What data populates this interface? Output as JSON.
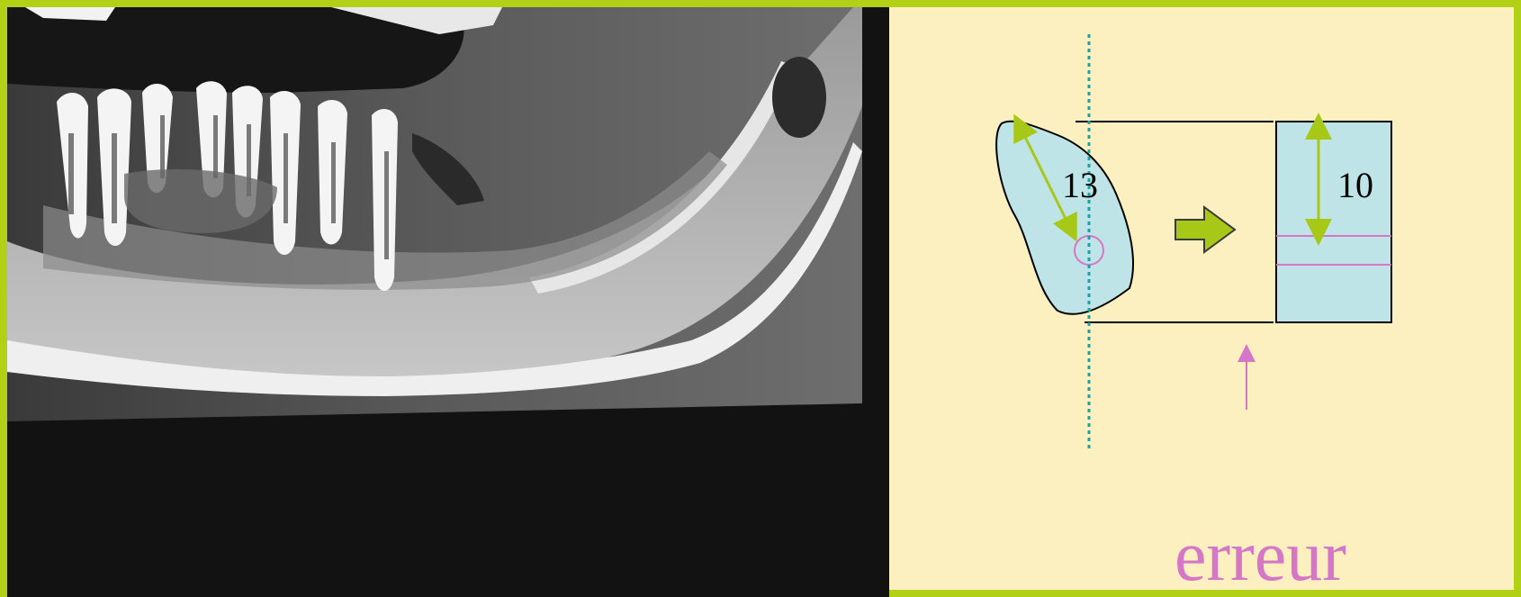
{
  "diagram": {
    "measure_before": "13",
    "measure_after": "10",
    "error_label": "erreur"
  },
  "colors": {
    "frame": "#b2d016",
    "background": "#fdf0c0",
    "bone_fill": "#bfe4e8",
    "measure_arrow": "#a8c817",
    "reference_line": "#1aa0a8",
    "error": "#d576c6"
  }
}
